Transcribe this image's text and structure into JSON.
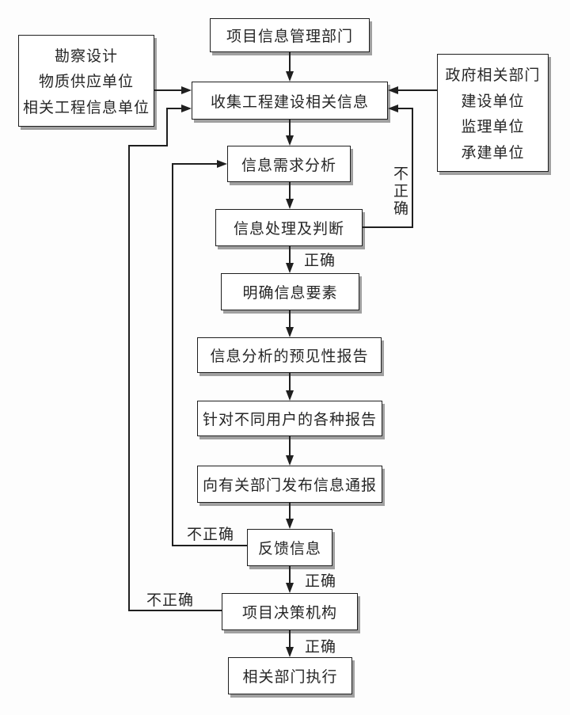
{
  "diagram": {
    "type": "flowchart",
    "language": "zh-CN",
    "nodes": {
      "top": "项目信息管理部门",
      "left_sources": [
        "勘察设计",
        "物质供应单位",
        "相关工程信息单位"
      ],
      "right_sources": [
        "政府相关部门",
        "建设单位",
        "监理单位",
        "承建单位"
      ],
      "collect": "收集工程建设相关信息",
      "demand": "信息需求分析",
      "process": "信息处理及判断",
      "clarify": "明确信息要素",
      "forecast": "信息分析的预见性报告",
      "reports": "针对不同用户的各种报告",
      "notify": "向有关部门发布信息通报",
      "feedback": "反馈信息",
      "decision": "项目决策机构",
      "execute": "相关部门执行"
    },
    "edges": [
      {
        "from": "top",
        "to": "collect",
        "label": ""
      },
      {
        "from": "left_sources",
        "to": "collect",
        "label": ""
      },
      {
        "from": "right_sources",
        "to": "collect",
        "label": ""
      },
      {
        "from": "collect",
        "to": "demand",
        "label": ""
      },
      {
        "from": "demand",
        "to": "process",
        "label": ""
      },
      {
        "from": "process",
        "to": "clarify",
        "label": "正确"
      },
      {
        "from": "process",
        "to": "collect",
        "label": "不正确"
      },
      {
        "from": "clarify",
        "to": "forecast",
        "label": ""
      },
      {
        "from": "forecast",
        "to": "reports",
        "label": ""
      },
      {
        "from": "reports",
        "to": "notify",
        "label": ""
      },
      {
        "from": "notify",
        "to": "feedback",
        "label": ""
      },
      {
        "from": "feedback",
        "to": "decision",
        "label": "正确"
      },
      {
        "from": "feedback",
        "to": "demand",
        "label": "不正确"
      },
      {
        "from": "decision",
        "to": "execute",
        "label": "正确"
      },
      {
        "from": "decision",
        "to": "collect",
        "label": "不正确"
      }
    ],
    "colors": {
      "line": "#1f1f1f",
      "text": "#262626",
      "box_bg": "#ffffff",
      "shadow": "#a0a0a0",
      "canvas": "#fdfdfd"
    }
  }
}
